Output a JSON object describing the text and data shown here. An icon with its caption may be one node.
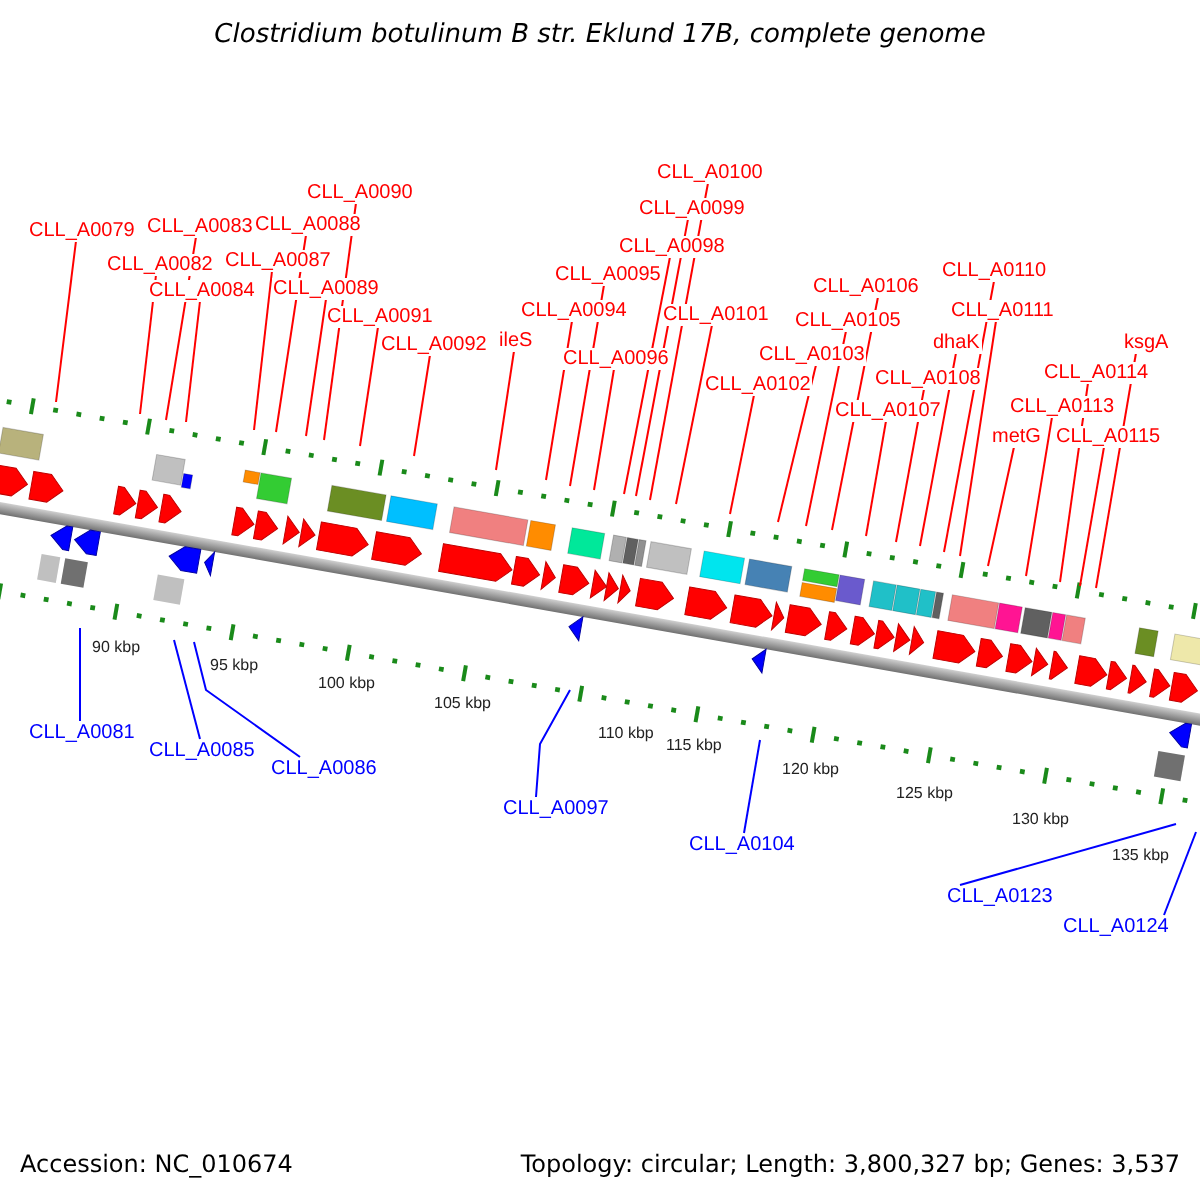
{
  "diagram": {
    "title": "Clostridium botulinum B str. Eklund 17B, complete genome",
    "nodes": [
      {
        "text": [
          "CLL_A0079"
        ]
      },
      {
        "text": [
          "CLL_A0082"
        ]
      },
      {
        "text": [
          "CLL_A0083"
        ]
      },
      {
        "text": [
          "CLL_A0084"
        ]
      },
      {
        "text": [
          "CLL_A0087"
        ]
      },
      {
        "text": [
          "CLL_A0088"
        ]
      },
      {
        "text": [
          "CLL_A0089"
        ]
      },
      {
        "text": [
          "CLL_A0090"
        ]
      },
      {
        "text": [
          "CLL_A0091"
        ]
      },
      {
        "text": [
          "CLL_A0092"
        ]
      },
      {
        "text": [
          "ileS"
        ]
      },
      {
        "text": [
          "CLL_A0094"
        ]
      },
      {
        "text": [
          "CLL_A0095"
        ]
      },
      {
        "text": [
          "CLL_A0096"
        ]
      },
      {
        "text": [
          "CLL_A0098"
        ]
      },
      {
        "text": [
          "CLL_A0099"
        ]
      },
      {
        "text": [
          "CLL_A0100"
        ]
      },
      {
        "text": [
          "CLL_A0101"
        ]
      },
      {
        "text": [
          "CLL_A0102"
        ]
      },
      {
        "text": [
          "CLL_A0103"
        ]
      },
      {
        "text": [
          "CLL_A0105"
        ]
      },
      {
        "text": [
          "CLL_A0106"
        ]
      },
      {
        "text": [
          "CLL_A0107"
        ]
      },
      {
        "text": [
          "CLL_A0108"
        ]
      },
      {
        "text": [
          "dhaK"
        ]
      },
      {
        "text": [
          "CLL_A0110"
        ]
      },
      {
        "text": [
          "CLL_A0111"
        ]
      },
      {
        "text": [
          "metG"
        ]
      },
      {
        "text": [
          "CLL_A0113"
        ]
      },
      {
        "text": [
          "CLL_A0114"
        ]
      },
      {
        "text": [
          "CLL_A0115"
        ]
      },
      {
        "text": [
          "ksgA"
        ]
      },
      {
        "text": [
          "CLL_A0081"
        ]
      },
      {
        "text": [
          "CLL_A0085"
        ]
      },
      {
        "text": [
          "CLL_A0086"
        ]
      },
      {
        "text": [
          "CLL_A0097"
        ]
      },
      {
        "text": [
          "CLL_A0104"
        ]
      },
      {
        "text": [
          "CLL_A0123"
        ]
      },
      {
        "text": [
          "CLL_A0124"
        ]
      }
    ],
    "edges": [
      {
        "from": 0,
        "to": null,
        "arrow": "none"
      },
      {
        "from": 1,
        "to": null,
        "arrow": "none"
      },
      {
        "from": 2,
        "to": null,
        "arrow": "none"
      },
      {
        "from": 3,
        "to": null,
        "arrow": "none"
      },
      {
        "from": 4,
        "to": null,
        "arrow": "none"
      },
      {
        "from": 5,
        "to": null,
        "arrow": "none"
      },
      {
        "from": 6,
        "to": null,
        "arrow": "none"
      },
      {
        "from": 7,
        "to": null,
        "arrow": "none"
      },
      {
        "from": 8,
        "to": null,
        "arrow": "none"
      },
      {
        "from": 9,
        "to": null,
        "arrow": "none"
      },
      {
        "from": 10,
        "to": null,
        "arrow": "none"
      },
      {
        "from": 11,
        "to": null,
        "arrow": "none"
      },
      {
        "from": 12,
        "to": null,
        "arrow": "none"
      },
      {
        "from": 13,
        "to": null,
        "arrow": "none"
      },
      {
        "from": 14,
        "to": null,
        "arrow": "none"
      },
      {
        "from": 15,
        "to": null,
        "arrow": "none"
      },
      {
        "from": 16,
        "to": null,
        "arrow": "none"
      },
      {
        "from": 17,
        "to": null,
        "arrow": "none"
      },
      {
        "from": 18,
        "to": null,
        "arrow": "none"
      },
      {
        "from": 19,
        "to": null,
        "arrow": "none"
      },
      {
        "from": 20,
        "to": null,
        "arrow": "none"
      },
      {
        "from": 21,
        "to": null,
        "arrow": "none"
      },
      {
        "from": 22,
        "to": null,
        "arrow": "none"
      },
      {
        "from": 23,
        "to": null,
        "arrow": "none"
      },
      {
        "from": 24,
        "to": null,
        "arrow": "none"
      },
      {
        "from": 25,
        "to": null,
        "arrow": "none"
      },
      {
        "from": 26,
        "to": null,
        "arrow": "none"
      },
      {
        "from": 27,
        "to": null,
        "arrow": "none"
      },
      {
        "from": 28,
        "to": null,
        "arrow": "none"
      },
      {
        "from": 29,
        "to": null,
        "arrow": "none"
      },
      {
        "from": 30,
        "to": null,
        "arrow": "none"
      },
      {
        "from": 31,
        "to": null,
        "arrow": "none"
      },
      {
        "from": 32,
        "to": null,
        "arrow": "none",
        "color": "#0000ff"
      },
      {
        "from": 33,
        "to": null,
        "arrow": "none",
        "color": "#0000ff"
      },
      {
        "from": 34,
        "to": null,
        "arrow": "none",
        "color": "#0000ff"
      },
      {
        "from": 35,
        "to": null,
        "arrow": "none",
        "color": "#0000ff"
      },
      {
        "from": 36,
        "to": null,
        "arrow": "none",
        "color": "#0000ff"
      },
      {
        "from": 37,
        "to": null,
        "arrow": "none",
        "color": "#0000ff"
      },
      {
        "from": 38,
        "to": null,
        "arrow": "none",
        "color": "#0000ff"
      }
    ],
    "labels": [
      "90 kbp",
      "95 kbp",
      "100 kbp",
      "105 kbp",
      "110 kbp",
      "115 kbp",
      "120 kbp",
      "125 kbp",
      "130 kbp",
      "135 kbp",
      "Accession: NC_010674",
      "Topology: circular; Length: 3,800,327 bp; Genes: 3,537"
    ]
  }
}
